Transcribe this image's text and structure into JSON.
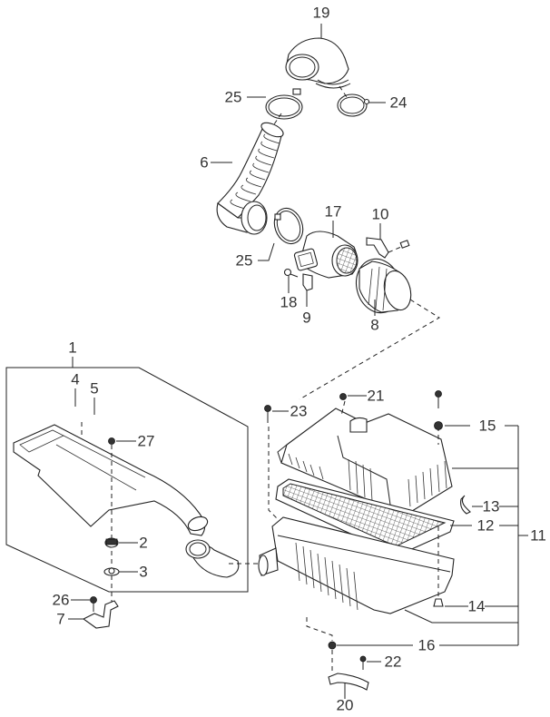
{
  "diagram": {
    "title": "Air Cleaner Assembly – Exploded Parts Diagram",
    "callouts": [
      {
        "id": "19",
        "label": "19",
        "part": "air-duct-elbow"
      },
      {
        "id": "25a",
        "label": "25",
        "part": "hose-clamp-upper"
      },
      {
        "id": "24",
        "label": "24",
        "part": "hose-clamp-elbow"
      },
      {
        "id": "6",
        "label": "6",
        "part": "air-intake-hose"
      },
      {
        "id": "17",
        "label": "17",
        "part": "air-flow-sensor"
      },
      {
        "id": "10",
        "label": "10",
        "part": "bracket"
      },
      {
        "id": "25b",
        "label": "25",
        "part": "hose-clamp-lower"
      },
      {
        "id": "18",
        "label": "18",
        "part": "bolt"
      },
      {
        "id": "9",
        "label": "9",
        "part": "bracket-small"
      },
      {
        "id": "8",
        "label": "8",
        "part": "sensor-adapter"
      },
      {
        "id": "1",
        "label": "1",
        "part": "resonator-duct-assembly"
      },
      {
        "id": "4",
        "label": "4",
        "part": "label-a"
      },
      {
        "id": "5",
        "label": "5",
        "part": "label-b"
      },
      {
        "id": "27",
        "label": "27",
        "part": "nut"
      },
      {
        "id": "2",
        "label": "2",
        "part": "grommet"
      },
      {
        "id": "3",
        "label": "3",
        "part": "washer"
      },
      {
        "id": "26",
        "label": "26",
        "part": "bolt-bracket"
      },
      {
        "id": "7",
        "label": "7",
        "part": "duct-bracket"
      },
      {
        "id": "21",
        "label": "21",
        "part": "nut-cover"
      },
      {
        "id": "23",
        "label": "23",
        "part": "bolt-long"
      },
      {
        "id": "15",
        "label": "15",
        "part": "grommet-upper"
      },
      {
        "id": "13",
        "label": "13",
        "part": "clip"
      },
      {
        "id": "12",
        "label": "12",
        "part": "filter-element"
      },
      {
        "id": "11",
        "label": "11",
        "part": "air-cleaner-body-assembly"
      },
      {
        "id": "14",
        "label": "14",
        "part": "grommet-lower"
      },
      {
        "id": "16",
        "label": "16",
        "part": "mount-insulator"
      },
      {
        "id": "22",
        "label": "22",
        "part": "bolt-mount"
      },
      {
        "id": "20",
        "label": "20",
        "part": "mount-bracket"
      }
    ]
  }
}
